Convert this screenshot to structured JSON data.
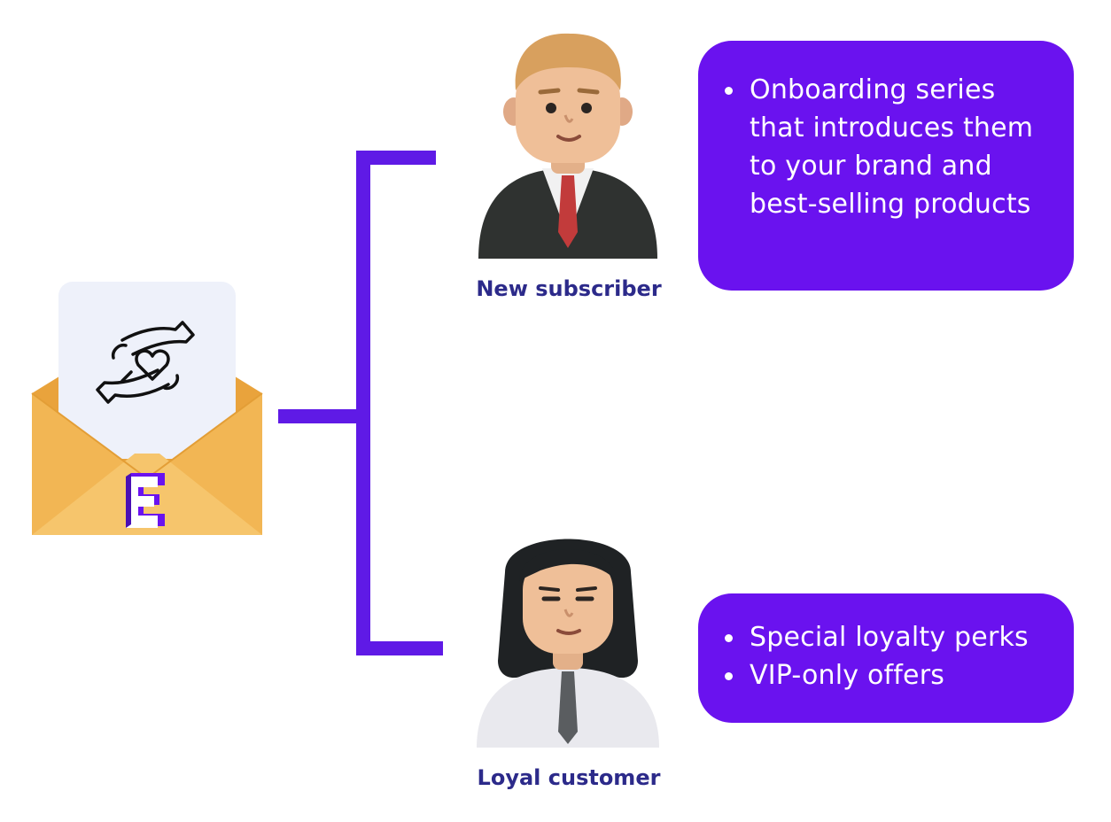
{
  "diagram": {
    "source": {
      "icon": "envelope-with-caring-hands-icon",
      "logo_letter": "E"
    },
    "branches": [
      {
        "persona_label": "New subscriber",
        "persona_icon": "male-avatar-icon",
        "bullets": [
          "Onboarding series that introduces them to your brand and best-selling products"
        ]
      },
      {
        "persona_label": "Loyal customer",
        "persona_icon": "female-avatar-icon",
        "bullets": [
          "Special loyalty perks",
          "VIP-only offers"
        ]
      }
    ]
  },
  "colors": {
    "accent": "#6a12ef",
    "connector": "#5f1ae6",
    "label": "#2c2a8a",
    "envelope": "#f2b654"
  }
}
